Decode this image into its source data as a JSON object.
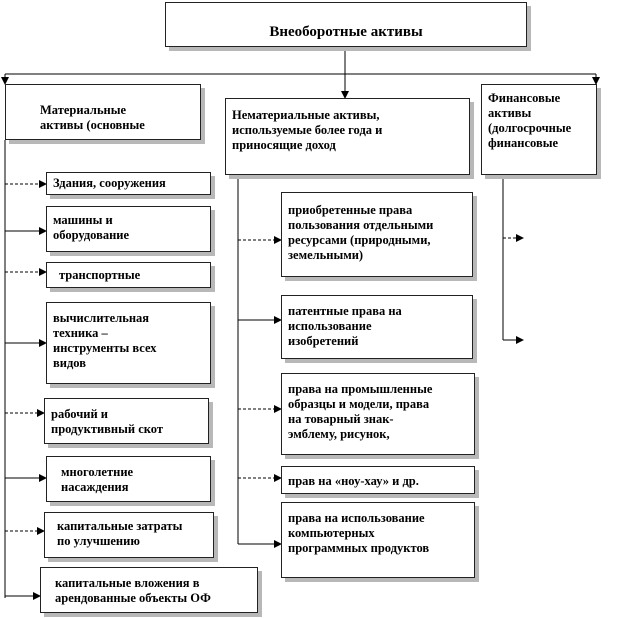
{
  "root": {
    "label": "Внеоборотные активы"
  },
  "categories": [
    {
      "label": "Материальные\nактивы (основные"
    },
    {
      "label": "Нематериальные активы,\nиспользуемые более года и\nприносящие доход"
    },
    {
      "label": "Финансовые\nактивы\n(долгосрочные\nфинансовые"
    }
  ],
  "material_items": [
    {
      "label": "Здания, сооружения"
    },
    {
      "label": "машины и\nоборудование"
    },
    {
      "label": "транспортные"
    },
    {
      "label": "вычислительная\nтехника –\nинструменты всех\nвидов"
    },
    {
      "label": "рабочий и\nпродуктивный скот"
    },
    {
      "label": "многолетние\nнасаждения"
    },
    {
      "label": "капитальные затраты\nпо улучшению"
    },
    {
      "label": "капитальные вложения в\nарендованные объекты ОФ"
    }
  ],
  "intangible_items": [
    {
      "label": "приобретенные права\nпользования отдельными\nресурсами (природными,\nземельными)"
    },
    {
      "label": "патентные права на\nиспользование\nизобретений"
    },
    {
      "label": "права на промышленные\nобразцы и модели, права\nна товарный знак-\nэмблему, рисунок,"
    },
    {
      "label": "прав на «ноу-хау» и др."
    },
    {
      "label": "права на использование\nкомпьютерных\nпрограммных продуктов"
    }
  ]
}
